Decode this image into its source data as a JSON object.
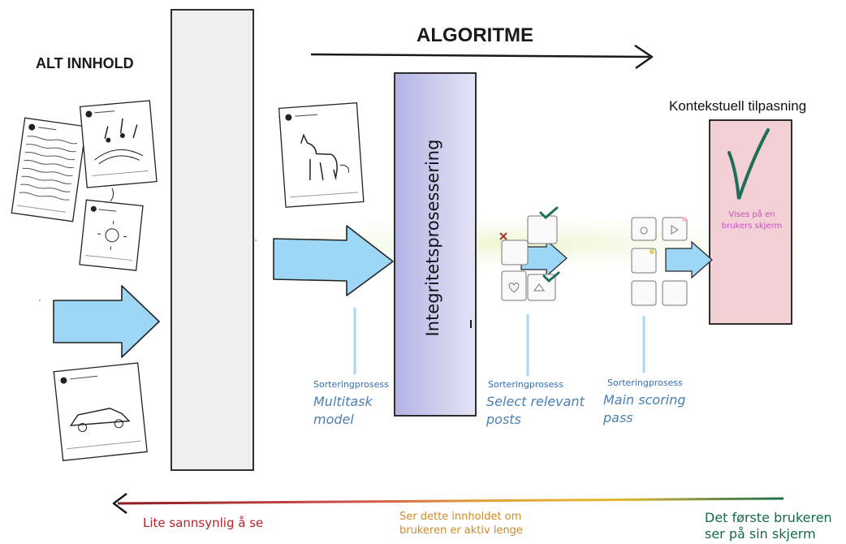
{
  "labels": {
    "all_content": "ALT INNHOLD",
    "algorithm": "ALGORITME",
    "integrity": "Integritetsprosessering",
    "context": "Kontekstuell tilpasning",
    "shown_on_screen": "Vises på en brukers skjerm",
    "sorting_1_small": "Sorteringprosess",
    "sorting_1_title": "Multitask model",
    "sorting_2_small": "Sorteringprosess",
    "sorting_2_title": "Select relevant posts",
    "sorting_3_small": "Sorteringprosess",
    "sorting_3_title": "Main scoring pass",
    "scale_left": "Lite sannsynlig å se",
    "scale_middle": "Ser dette innholdet om brukeren er aktiv lenge",
    "scale_right": "Det første brukeren ser på sin skjerm"
  },
  "colors": {
    "arrow_blue": "#9ed6f6",
    "arrow_stroke": "#222222",
    "pillar_gray": "#efefef",
    "integrity_purple": "#c8c8ec",
    "context_pink": "#f2d0d6",
    "check_green": "#1e6e5a",
    "cross_red": "#a2332f",
    "sort_line_blue": "#a8d8f5",
    "scale_red": "#b3242c",
    "scale_orange": "#d08a2a",
    "scale_green": "#146b4a",
    "shown_magenta": "#c94fc0"
  },
  "icons": [
    "post-text-icon",
    "post-music-icon",
    "post-sun-icon",
    "post-dog-icon",
    "post-car-icon",
    "check-icon",
    "cross-icon",
    "heart-icon",
    "play-icon"
  ]
}
